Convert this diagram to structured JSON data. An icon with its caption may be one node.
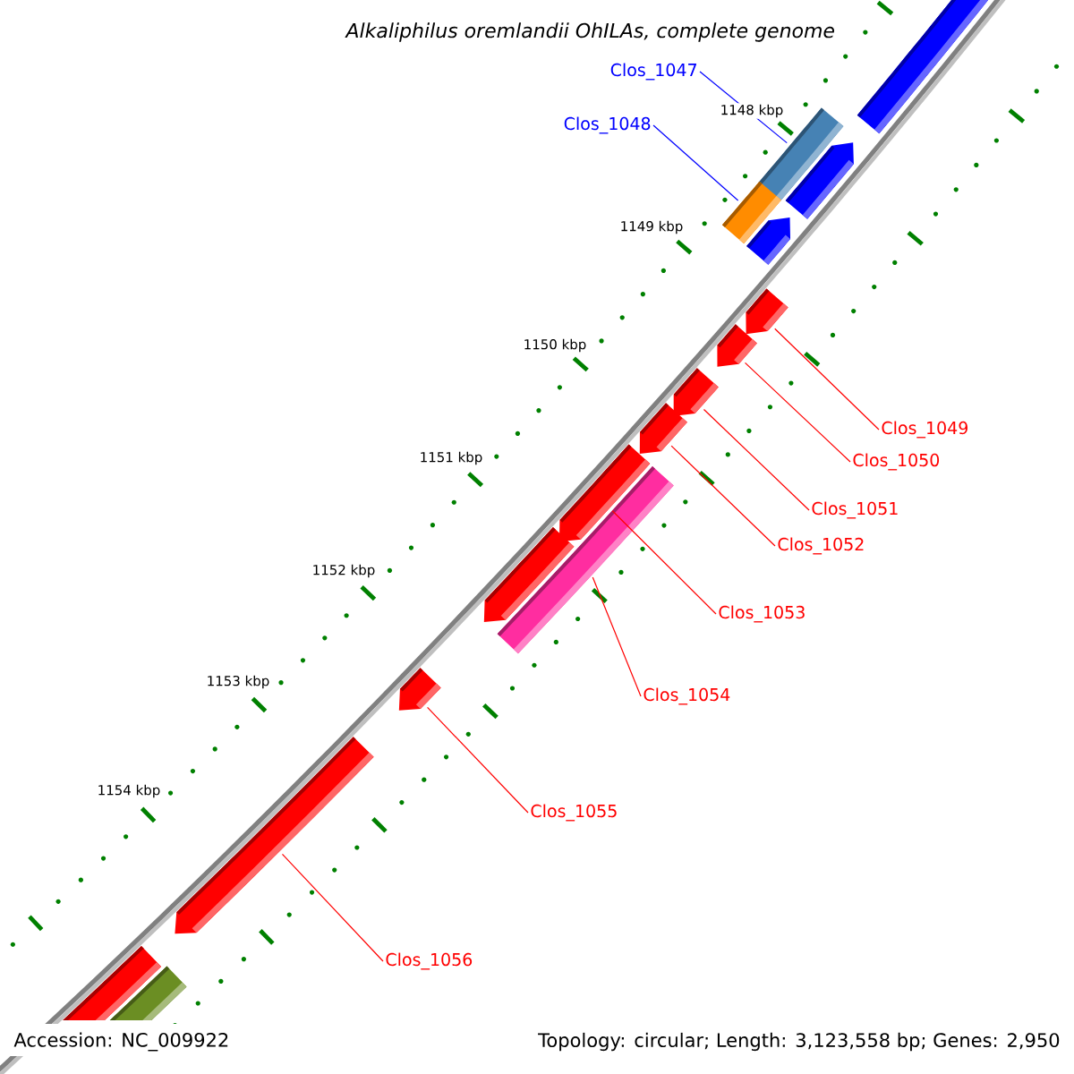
{
  "diagram": {
    "title": "Alkaliphilus oremlandii OhILAs, complete genome",
    "nodes": [
      {
        "text": [
          "Clos_1047"
        ]
      },
      {
        "text": [
          "Clos_1048"
        ]
      },
      {
        "text": [
          "Clos_1049"
        ]
      },
      {
        "text": [
          "Clos_1050"
        ]
      },
      {
        "text": [
          "Clos_1051"
        ]
      },
      {
        "text": [
          "Clos_1052"
        ]
      },
      {
        "text": [
          "Clos_1053"
        ]
      },
      {
        "text": [
          "Clos_1054"
        ]
      },
      {
        "text": [
          "Clos_1055"
        ]
      },
      {
        "text": [
          "Clos_1056"
        ]
      },
      {
        "text": [],
        "shape": "bar"
      },
      {
        "text": [],
        "shape": "pentagon"
      },
      {
        "text": [],
        "shape": "pentagon"
      },
      {
        "text": [],
        "shape": "bar"
      },
      {
        "text": [],
        "shape": "bar"
      },
      {
        "text": [],
        "shape": "pentagon"
      },
      {
        "text": [],
        "shape": "pentagon"
      },
      {
        "text": [],
        "shape": "pentagon"
      },
      {
        "text": [],
        "shape": "pentagon"
      },
      {
        "text": [],
        "shape": "pentagon"
      },
      {
        "text": [],
        "shape": "pentagon"
      },
      {
        "text": [],
        "shape": "bar"
      },
      {
        "text": [],
        "shape": "pentagon"
      },
      {
        "text": [],
        "shape": "pentagon"
      },
      {
        "text": [],
        "shape": "bar"
      },
      {
        "text": [],
        "shape": "bar"
      }
    ],
    "edges": [
      {
        "from": 0,
        "to": 13,
        "arrow": "none",
        "color": "#0000ff"
      },
      {
        "from": 1,
        "to": 14,
        "arrow": "none",
        "color": "#0000ff"
      },
      {
        "from": 2,
        "to": 15,
        "arrow": "none"
      },
      {
        "from": 3,
        "to": 16,
        "arrow": "none"
      },
      {
        "from": 4,
        "to": 17,
        "arrow": "none"
      },
      {
        "from": 5,
        "to": 18,
        "arrow": "none"
      },
      {
        "from": 6,
        "to": 19,
        "arrow": "none"
      },
      {
        "from": 7,
        "to": 21,
        "arrow": "none"
      },
      {
        "from": 8,
        "to": 22,
        "arrow": "none"
      },
      {
        "from": 9,
        "to": 23,
        "arrow": "none"
      }
    ],
    "labels": [
      "1148 kbp",
      "1149 kbp",
      "1150 kbp",
      "1151 kbp",
      "1152 kbp",
      "1153 kbp",
      "1154 kbp",
      "Accession: NC_009922",
      "Topology: circular; Length: 3,123,558 bp; Genes: 2,950"
    ]
  }
}
